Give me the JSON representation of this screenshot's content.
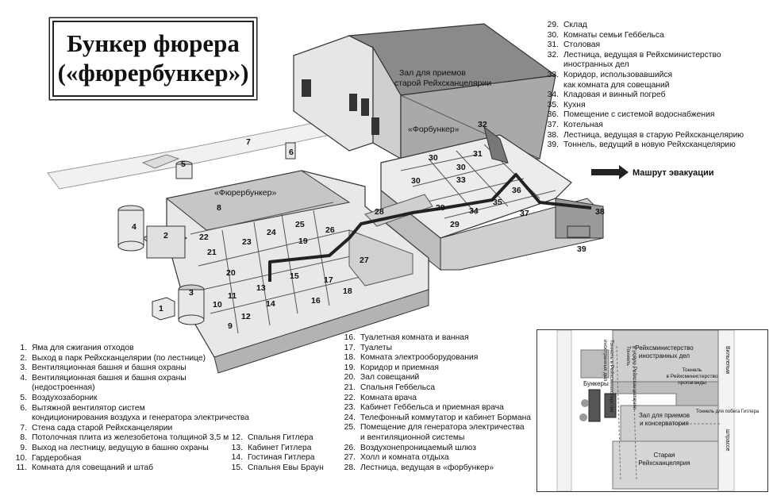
{
  "title": {
    "line1": "Бункер фюрера",
    "line2": "(«фюрербункер»)"
  },
  "labels": {
    "reception_hall": "Зал для приемов старой Рейхсканцелярии",
    "reception_hall_l1": "Зал для приемов",
    "reception_hall_l2": "старой Рейхсканцелярии",
    "vorbunker": "«Форбункер»",
    "fuhrerbunker": "«Фюрербункер»",
    "evacuation": "Машрут эвакуации"
  },
  "legend_left": [
    {
      "n": "1.",
      "t": "Яма для сжигания отходов"
    },
    {
      "n": "2.",
      "t": "Выход в парк Рейхсканцелярии (по лестнице)"
    },
    {
      "n": "3.",
      "t": "Вентиляционная башня и башня охраны"
    },
    {
      "n": "4.",
      "t": "Вентиляционная башня и башня охраны",
      "t2": "(недостроенная)"
    },
    {
      "n": "5.",
      "t": "Воздухозаборник"
    },
    {
      "n": "6.",
      "t": "Вытяжной вентилятор систем",
      "t2": "кондиционирования воздуха и генератора электричества"
    },
    {
      "n": "7.",
      "t": "Стена сада старой Рейхсканцелярии"
    },
    {
      "n": "8.",
      "t": "Потолочная плита из железобетона толщиной 3,5 м"
    },
    {
      "n": "9.",
      "t": "Выход на лестницу, ведущую в башню охраны"
    },
    {
      "n": "10.",
      "t": "Гардеробная"
    },
    {
      "n": "11.",
      "t": "Комната для совещаний и штаб"
    }
  ],
  "legend_mid": [
    {
      "n": "12.",
      "t": "Спальня Гитлера"
    },
    {
      "n": "13.",
      "t": "Кабинет Гитлера"
    },
    {
      "n": "14.",
      "t": "Гостиная Гитлера"
    },
    {
      "n": "15.",
      "t": "Спальня Евы Браун"
    }
  ],
  "legend_center": [
    {
      "n": "16.",
      "t": "Туалетная комната и ванная"
    },
    {
      "n": "17.",
      "t": "Туалеты"
    },
    {
      "n": "18.",
      "t": "Комната электрооборудования"
    },
    {
      "n": "19.",
      "t": "Коридор и приемная"
    },
    {
      "n": "20.",
      "t": "Зал совещаний"
    },
    {
      "n": "21.",
      "t": "Спальня Геббельса"
    },
    {
      "n": "22.",
      "t": "Комната врача"
    },
    {
      "n": "23.",
      "t": "Кабинет Геббельса и приемная врача"
    },
    {
      "n": "24.",
      "t": "Телефонный коммутатор и кабинет Бормана"
    },
    {
      "n": "25.",
      "t": "Помещение для генератора электричества",
      "t2": "и вентиляционной системы"
    },
    {
      "n": "26.",
      "t": "Воздухонепроницаемый шлюз"
    },
    {
      "n": "27.",
      "t": "Холл и комната отдыха"
    },
    {
      "n": "28.",
      "t": "Лестница, ведущая в «форбункер»"
    }
  ],
  "legend_right": [
    {
      "n": "29.",
      "t": "Склад"
    },
    {
      "n": "30.",
      "t": "Комнаты семьи Геббельса"
    },
    {
      "n": "31.",
      "t": "Столовая"
    },
    {
      "n": "32.",
      "t": "Лестница, ведущая в Рейхсминистерство",
      "t2": "иностранных дел"
    },
    {
      "n": "33.",
      "t": "Коридор, использовавшийся",
      "t2": "как комната для совещаний"
    },
    {
      "n": "34.",
      "t": "Кладовая и винный погреб"
    },
    {
      "n": "35.",
      "t": "Кухня"
    },
    {
      "n": "36.",
      "t": "Помещение с системой водоснабжения"
    },
    {
      "n": "37.",
      "t": "Котельная"
    },
    {
      "n": "38.",
      "t": "Лестница, ведущая в старую Рейхсканцелярию"
    },
    {
      "n": "39.",
      "t": "Тоннель, ведущий в новую Рейхсканцелярию"
    }
  ],
  "room_numbers": [
    "1",
    "2",
    "3",
    "4",
    "5",
    "6",
    "7",
    "8",
    "9",
    "10",
    "11",
    "12",
    "13",
    "14",
    "15",
    "16",
    "17",
    "18",
    "19",
    "20",
    "21",
    "22",
    "23",
    "24",
    "25",
    "26",
    "27",
    "28",
    "29",
    "29",
    "30",
    "30",
    "30",
    "31",
    "32",
    "33",
    "34",
    "35",
    "36",
    "37",
    "38",
    "39"
  ],
  "map": {
    "ministry_l1": "Рейхсминистерство",
    "ministry_l2": "иностранных дел",
    "tunnel_prop_l1": "Тоннель",
    "tunnel_prop_l2": "в Рейхсминистерство",
    "tunnel_prop_l3": "пропаганды",
    "bunkers": "Бункеры",
    "hall_l1": "Зал для приемов",
    "hall_l2": "и консерватория",
    "old_l1": "Старая",
    "old_l2": "Рейхсканцелярия",
    "tunnel_new_l1": "Тоннель",
    "tunnel_new_l2": "в новую Рейхсканцелярию",
    "tunnel_hitler": "Тоннель для побега Гитлера",
    "tunnel_ministry_l1": "Тоннель в Рейхсминистерство",
    "tunnel_ministry_l2": "иностранных дел",
    "street1": "Вильгельм",
    "street2": "штрассе"
  }
}
